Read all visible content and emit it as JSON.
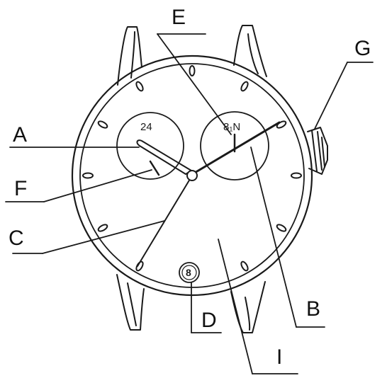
{
  "diagram": {
    "callouts": {
      "A": "A",
      "B": "B",
      "C": "C",
      "D": "D",
      "E": "E",
      "F": "F",
      "G": "G",
      "I": "I"
    },
    "subdial_left_label": "24",
    "subdial_right_label": "8₁N",
    "date_window_value": "8"
  }
}
